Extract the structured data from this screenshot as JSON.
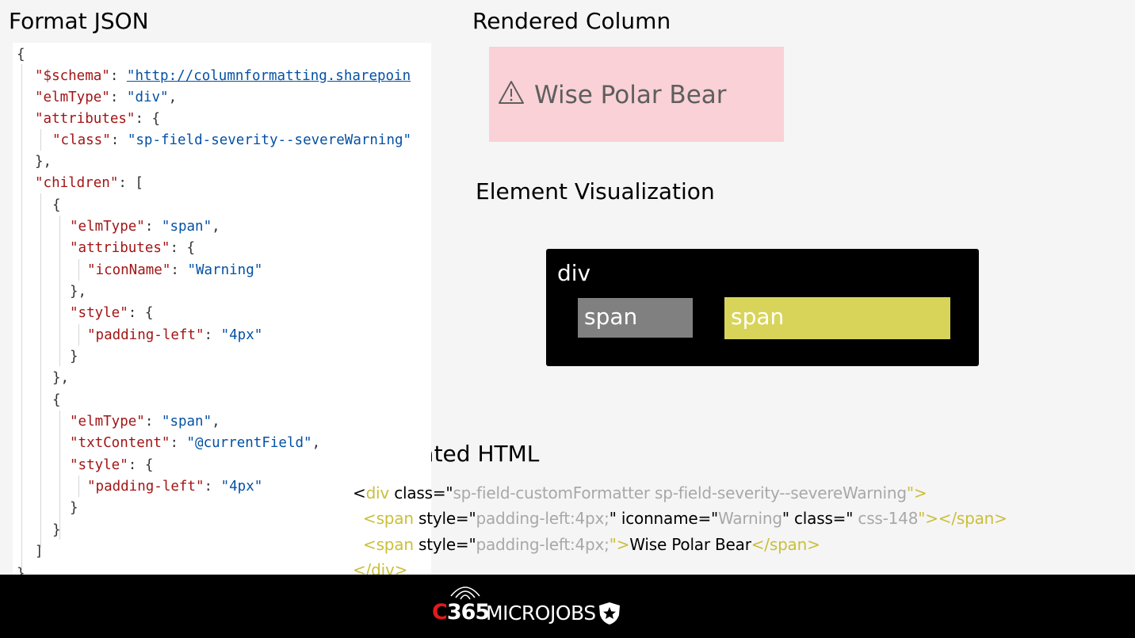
{
  "headings": {
    "format_json": "Format JSON",
    "rendered_column": "Rendered Column",
    "element_visualization": "Element Visualization",
    "generated_html": "Generated HTML"
  },
  "json_code": {
    "l1": "{",
    "l2_key": "\"$schema\"",
    "l2_val": "\"http://columnformatting.sharepoin",
    "l3_key": "\"elmType\"",
    "l3_val": "\"div\"",
    "l4_key": "\"attributes\"",
    "l5_key": "\"class\"",
    "l5_val": "\"sp-field-severity--severeWarning\"",
    "l6": "},",
    "l7_key": "\"children\"",
    "l8": "{",
    "l9_key": "\"elmType\"",
    "l9_val": "\"span\"",
    "l10_key": "\"attributes\"",
    "l11_key": "\"iconName\"",
    "l11_val": "\"Warning\"",
    "l12": "},",
    "l13_key": "\"style\"",
    "l14_key": "\"padding-left\"",
    "l14_val": "\"4px\"",
    "l15": "}",
    "l16": "},",
    "l17": "{",
    "l18_key": "\"elmType\"",
    "l18_val": "\"span\"",
    "l19_key": "\"txtContent\"",
    "l19_val": "\"@currentField\"",
    "l20_key": "\"style\"",
    "l21_key": "\"padding-left\"",
    "l21_val": "\"4px\"",
    "l22": "}",
    "l23": "}",
    "l24": "]",
    "l25": "}"
  },
  "rendered": {
    "text": "Wise Polar Bear",
    "icon": "warning-icon",
    "background": "#f9d1d6"
  },
  "visualization": {
    "div_label": "div",
    "span1_label": "span",
    "span2_label": "span",
    "span1_color": "#808080",
    "span2_color": "#d8d45a"
  },
  "generated": {
    "lt": "<",
    "div_tag": "div",
    "class_attr": " class=\"",
    "class_val": "sp-field-customFormatter sp-field-severity--severeWarning",
    "close_q_gt": "\">",
    "span_tag": "span",
    "style_attr": " style=\"",
    "style_val": "padding-left:4px;",
    "iconname_attr": "\" iconname=\"",
    "iconname_val": "Warning",
    "class2_attr": "\" class=\"",
    "class2_val": " css-148",
    "close1": "\">",
    "end_span": "</span>",
    "gt": "\">",
    "text": "Wise Polar Bear",
    "end_div": "</div>"
  },
  "footer": {
    "c": "C",
    "num": "365",
    "brand": "MICROJOBS",
    "signal_icon": "signal-icon",
    "shield_icon": "shield-star-icon"
  }
}
